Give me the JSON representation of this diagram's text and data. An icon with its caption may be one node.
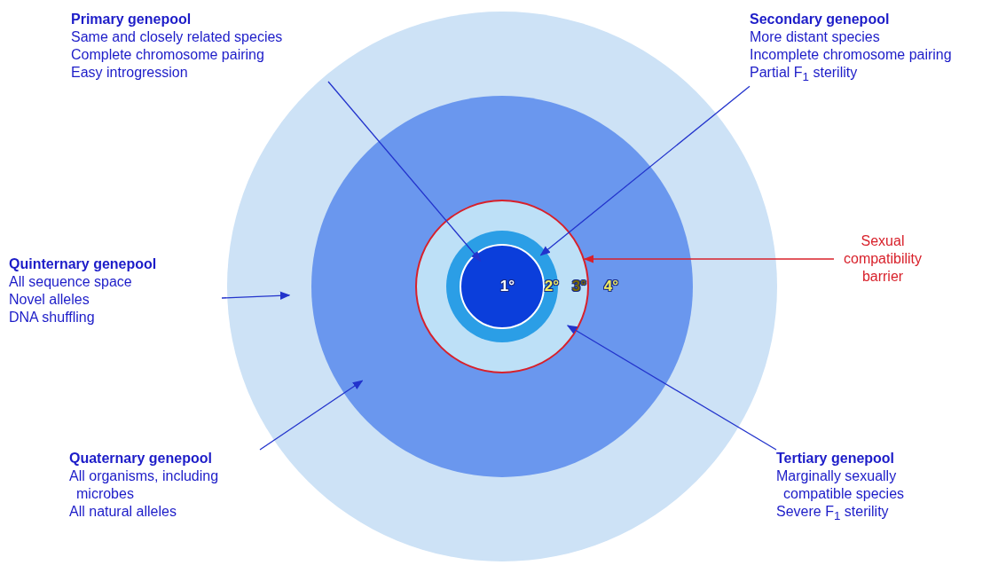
{
  "diagram": {
    "nodes": [
      {
        "text": [
          "Primary genepool",
          "Same and closely related species",
          "Complete chromosome pairing",
          "Easy introgression"
        ]
      },
      {
        "text": [
          "Secondary genepool",
          "More distant species",
          "Incomplete chromosome pairing",
          "Partial F$_{1}$ sterility"
        ]
      },
      {
        "text": [
          "Quinternary genepool",
          "All sequence space",
          "Novel alleles",
          "DNA shuffling"
        ]
      },
      {
        "text": [
          "Sexual compatibility barrier"
        ]
      },
      {
        "text": [
          "Quaternary genepool",
          "All organisms, including microbes",
          "All natural alleles"
        ]
      },
      {
        "text": [
          "Tertiary genepool",
          "Marginally sexually compatible species",
          "Severe F$_{1}$ sterility"
        ]
      },
      {
        "text": [],
        "shape": "circle"
      },
      {
        "text": [
          "4°"
        ],
        "in": 6
      },
      {
        "text": [
          "3°"
        ],
        "in": 7
      },
      {
        "text": [
          "2°"
        ],
        "in": 8
      },
      {
        "text": [
          "1°"
        ],
        "in": 9
      }
    ],
    "edges": [
      {
        "from": 0,
        "to": 10,
        "arrow": "to"
      },
      {
        "from": 1,
        "to": 9,
        "arrow": "to"
      },
      {
        "from": 2,
        "to": 6,
        "arrow": "to"
      },
      {
        "from": 3,
        "to": 8,
        "arrow": "to",
        "color": "#d8202a"
      },
      {
        "from": 4,
        "to": 7,
        "arrow": "to"
      },
      {
        "from": 5,
        "to": 8,
        "arrow": "to"
      }
    ]
  }
}
